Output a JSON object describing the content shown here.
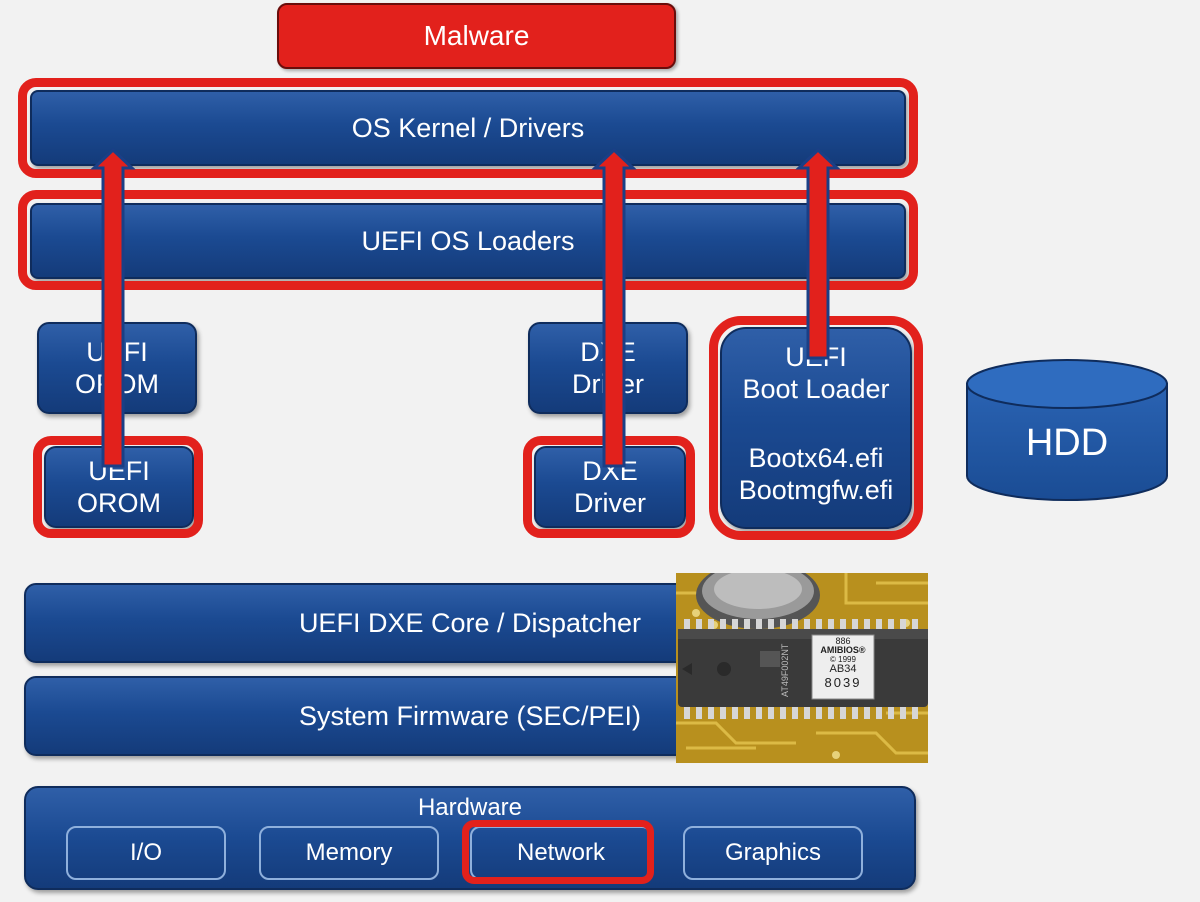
{
  "malware": "Malware",
  "os_kernel": "OS Kernel / Drivers",
  "os_loaders": "UEFI OS Loaders",
  "orom_top": {
    "line1": "UEFI",
    "line2": "OROM"
  },
  "dxe_top": {
    "line1": "DXE",
    "line2": "Driver"
  },
  "orom_bottom": {
    "line1": "UEFI",
    "line2": "OROM"
  },
  "dxe_bottom": {
    "line1": "DXE",
    "line2": "Driver"
  },
  "boot_loader": {
    "line1": "UEFI",
    "line2": "Boot Loader",
    "file1": "Bootx64.efi",
    "file2": "Bootmgfw.efi"
  },
  "hdd": "HDD",
  "dxe_core": "UEFI DXE Core / Dispatcher",
  "system_firmware": "System Firmware (SEC/PEI)",
  "hardware": {
    "title": "Hardware",
    "items": [
      "I/O",
      "Memory",
      "Network",
      "Graphics"
    ]
  },
  "bios_chip": {
    "label_lines": [
      "886",
      "AMIBIOS®",
      "© 1999",
      "AB34",
      "8039"
    ],
    "part_number": "AT49F002NT"
  },
  "colors": {
    "box_blue": "#1b4a92",
    "highlight_red": "#e2211c",
    "background": "#f2f2f2"
  }
}
